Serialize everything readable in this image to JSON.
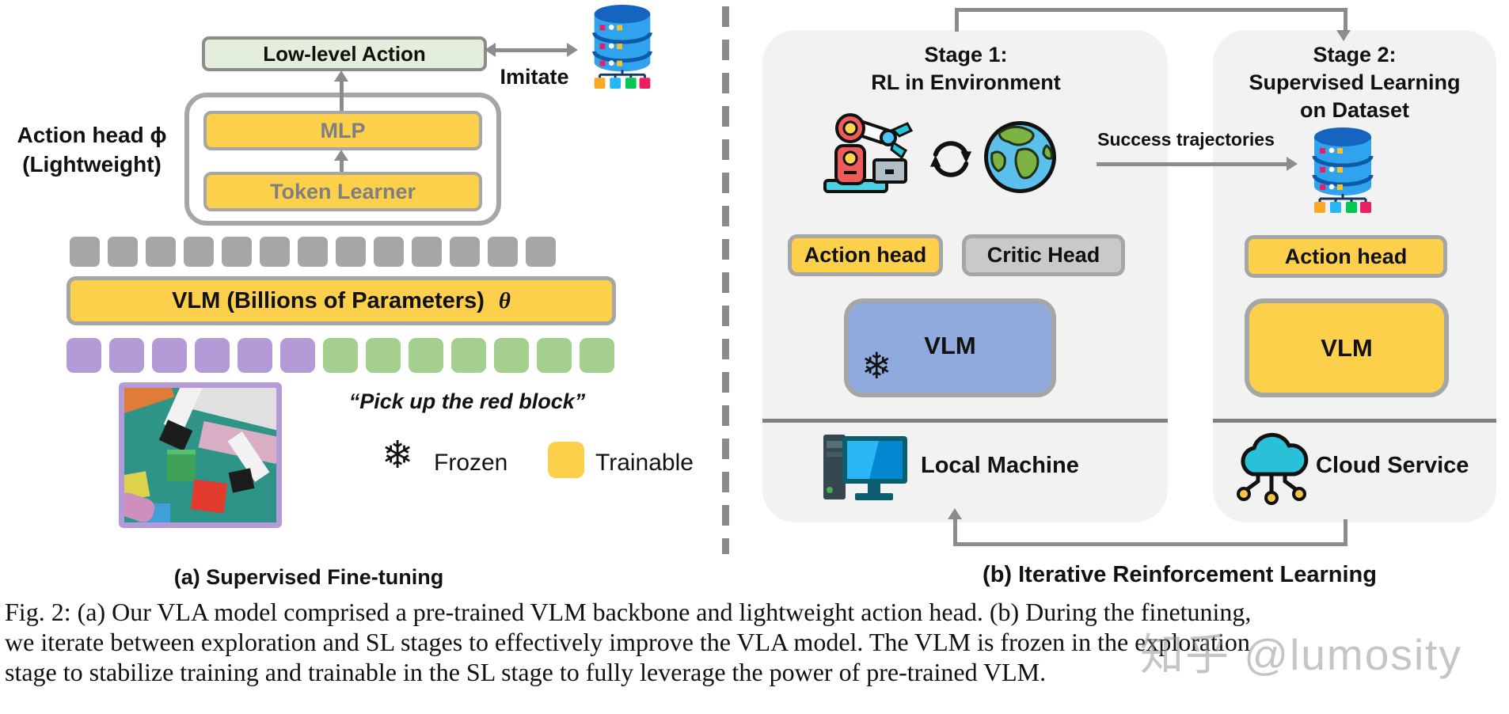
{
  "panel_a": {
    "caption": "(a) Supervised Fine-tuning",
    "action_head_label_line1": "Action head ϕ",
    "action_head_label_line2": "(Lightweight)",
    "low_level_action": "Low-level Action",
    "imitate": "Imitate",
    "mlp": "MLP",
    "token_learner": "Token Learner",
    "vlm_label": "VLM (Billions of Parameters)",
    "vlm_theta": "θ",
    "instruction": "“Pick up the red block”",
    "tokens": {
      "gray": 13,
      "purple": 6,
      "green": 7
    },
    "legend": {
      "frozen": "Frozen",
      "trainable": "Trainable"
    }
  },
  "panel_b": {
    "caption": "(b) Iterative Reinforcement Learning",
    "success_label": "Success trajectories",
    "stage1": {
      "title_line1": "Stage 1:",
      "title_line2": "RL in Environment",
      "action_head": "Action head",
      "critic_head": "Critic Head",
      "vlm": "VLM",
      "machine": "Local Machine"
    },
    "stage2": {
      "title_line1": "Stage 2:",
      "title_line2": "Supervised Learning",
      "title_line3": "on Dataset",
      "action_head": "Action head",
      "vlm": "VLM",
      "machine": "Cloud Service"
    }
  },
  "figure_caption": {
    "line1": "Fig. 2: (a) Our VLA model comprised a pre-trained VLM backbone and lightweight action head. (b) During the finetuning,",
    "line2": "we iterate between exploration and SL stages to effectively improve the VLA model. The VLM is frozen in the exploration",
    "line3": "stage to stabilize training and trainable in the SL stage to fully leverage the power of pre-trained VLM."
  },
  "watermark": "知乎 @lumosity",
  "icons": {
    "snowflake": "❄",
    "database": "blue cylinder database with colored data nodes",
    "robot": "robot arm",
    "cycle": "interaction cycle arrows",
    "earth": "globe",
    "computer": "desktop computer",
    "cloud": "cloud with network nodes"
  },
  "colors": {
    "yellow": "#fcd04b",
    "box_border": "#a6a6a6",
    "light_green": "#e3efda",
    "gray_token": "#a6a6a6",
    "purple_token": "#b49bd8",
    "green_token": "#a4cf8e",
    "panel_bg": "#f2f2f2",
    "blue_vlm": "#8faadc",
    "critic_gray": "#c9c9c9",
    "arrow_gray": "#8c8c8c",
    "text_muted": "#7f7f7f"
  }
}
